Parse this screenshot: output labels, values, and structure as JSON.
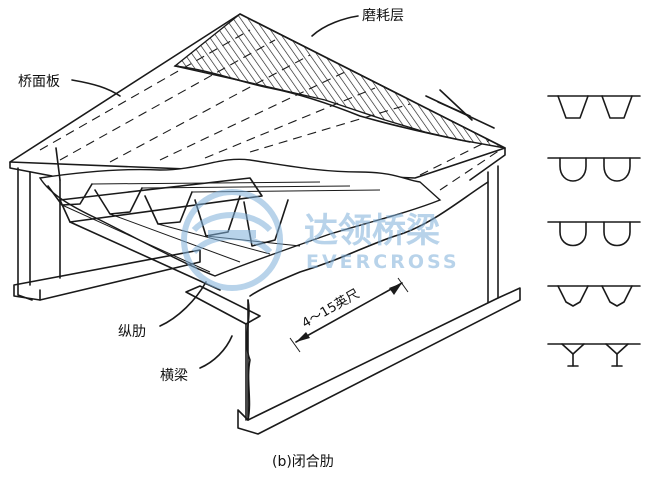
{
  "labels": {
    "wearing_layer": "磨耗层",
    "deck_plate": "桥面板",
    "longitudinal_rib": "纵肋",
    "cross_beam": "横梁",
    "spacing": "4～15英尺",
    "caption": "(b)闭合肋"
  },
  "watermark": {
    "brand_cn": "达领桥梁",
    "brand_en": "EVERCROSS",
    "color": "#7fb0da"
  },
  "rib_profiles": [
    {
      "name": "trapezoid-rib"
    },
    {
      "name": "u-rib"
    },
    {
      "name": "round-bottom-rib"
    },
    {
      "name": "v-rib"
    },
    {
      "name": "y-rib"
    }
  ]
}
